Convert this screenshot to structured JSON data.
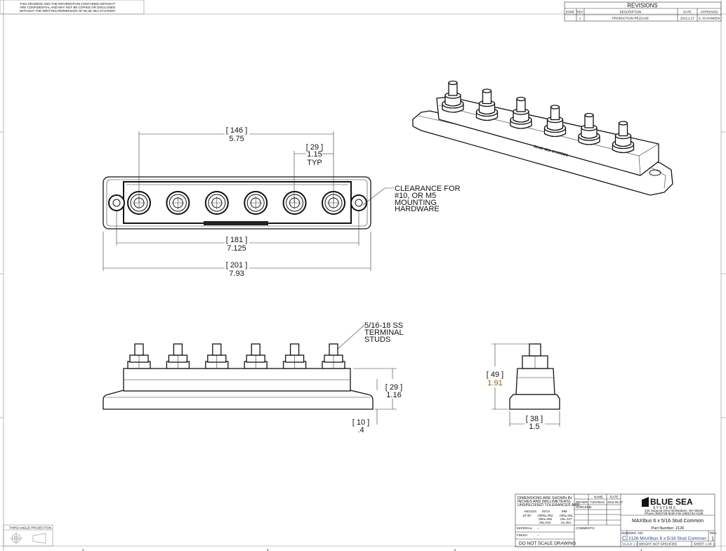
{
  "notice": [
    "THIS DRAWING AND THE INFORMATION CONTAINED WITHIN IT",
    "ARE CONFIDENTIAL AND MAY NOT BE COPIED OR DISCLOSED",
    "WITHOUT THE WRITTEN PERMISSION OF BLUE SEA SYSTEMS."
  ],
  "revisions": {
    "title": "REVISIONS",
    "headers": [
      "ZONE",
      "REV",
      "DESCRIPTION",
      "DATE",
      "APPROVED"
    ],
    "rows": [
      [
        "",
        "1",
        "PRODUCTION RELEASE",
        "2012.2.27",
        "S. SCHANKEN"
      ]
    ]
  },
  "top_view": {
    "dim_overall_studs": {
      "mm": "146",
      "in": "5.75"
    },
    "dim_stud_spacing": {
      "mm": "29",
      "in": "1.15",
      "note": "TYP"
    },
    "dim_mount_holes": {
      "mm": "181",
      "in": "7.125"
    },
    "dim_overall_length": {
      "mm": "201",
      "in": "7.93"
    },
    "clearance_note": [
      "CLEARANCE FOR",
      "#10, OR M5",
      "MOUNTING",
      "HARDWARE"
    ],
    "stud_count": 6
  },
  "front_view": {
    "studs_note": [
      "5/16-18 SS",
      "TERMINAL",
      "STUDS"
    ],
    "dim_block_height": {
      "mm": "29",
      "in": "1.16"
    },
    "dim_base_height": {
      "mm": "10",
      "in": ".4"
    }
  },
  "side_view": {
    "dim_total_height": {
      "mm": "49",
      "in": "1.91"
    },
    "dim_width": {
      "mm": "38",
      "in": "1.5"
    }
  },
  "projection": {
    "label": "THIRD ANGLE PROJECTION"
  },
  "title_block": {
    "tolerance_note": [
      "DIMENSIONS ARE SHOWN IN",
      "INCHES AND [MILLIMETERS].",
      "UNSPECIFIED TOLERANCES ARE:"
    ],
    "tol_headers": [
      "ANGLES",
      "INCH",
      "MM"
    ],
    "tol_angle": "±0°30'",
    "tol_inch": [
      ".0000±.002",
      ".000±.005",
      ".00±.010"
    ],
    "tol_mm": [
      ".000±.051",
      ".00±.127",
      ".0±.254"
    ],
    "material_label": "MATERIAL",
    "material_value": "--",
    "finish_label": "FINISH",
    "finish_value": "--",
    "do_not_scale": "DO NOT SCALE DRAWING",
    "name_header": "NAME",
    "date_header": "DATE",
    "drawn_label": "DRAWN",
    "drawn_name": "TJOHNAS",
    "drawn_date": "2011.05.17",
    "checked_label": "CHECKED",
    "blank": "--",
    "comments_label": "COMMENTS:",
    "company": "BLUE SEA",
    "company_sub": "S Y S T E M S",
    "address": "425 Sequoia Drive   Bellingham, WA 98226",
    "phone": "Phone (360)738-8230   Fax (360)734-4195",
    "title": "MAXIbus 6 x 5/16 Stud Common",
    "part_number": "Part Number: 2126",
    "size_label": "SIZE",
    "size": "C",
    "dwg_label": "DWG. NO.",
    "dwg_no": "2126 MAXIbus 6 x 5/16 Stud Common",
    "rev_label": "REV.",
    "rev": "1",
    "scale": "SCALE 1:1",
    "weight": "WEIGHT: NOT SPECIFIED",
    "sheet": "SHEET 1 OF 1"
  },
  "zone_marks": [
    "4",
    "3",
    "2",
    "1"
  ],
  "colors": {
    "title_blue": "#1f3f8f",
    "line": "#111111"
  }
}
